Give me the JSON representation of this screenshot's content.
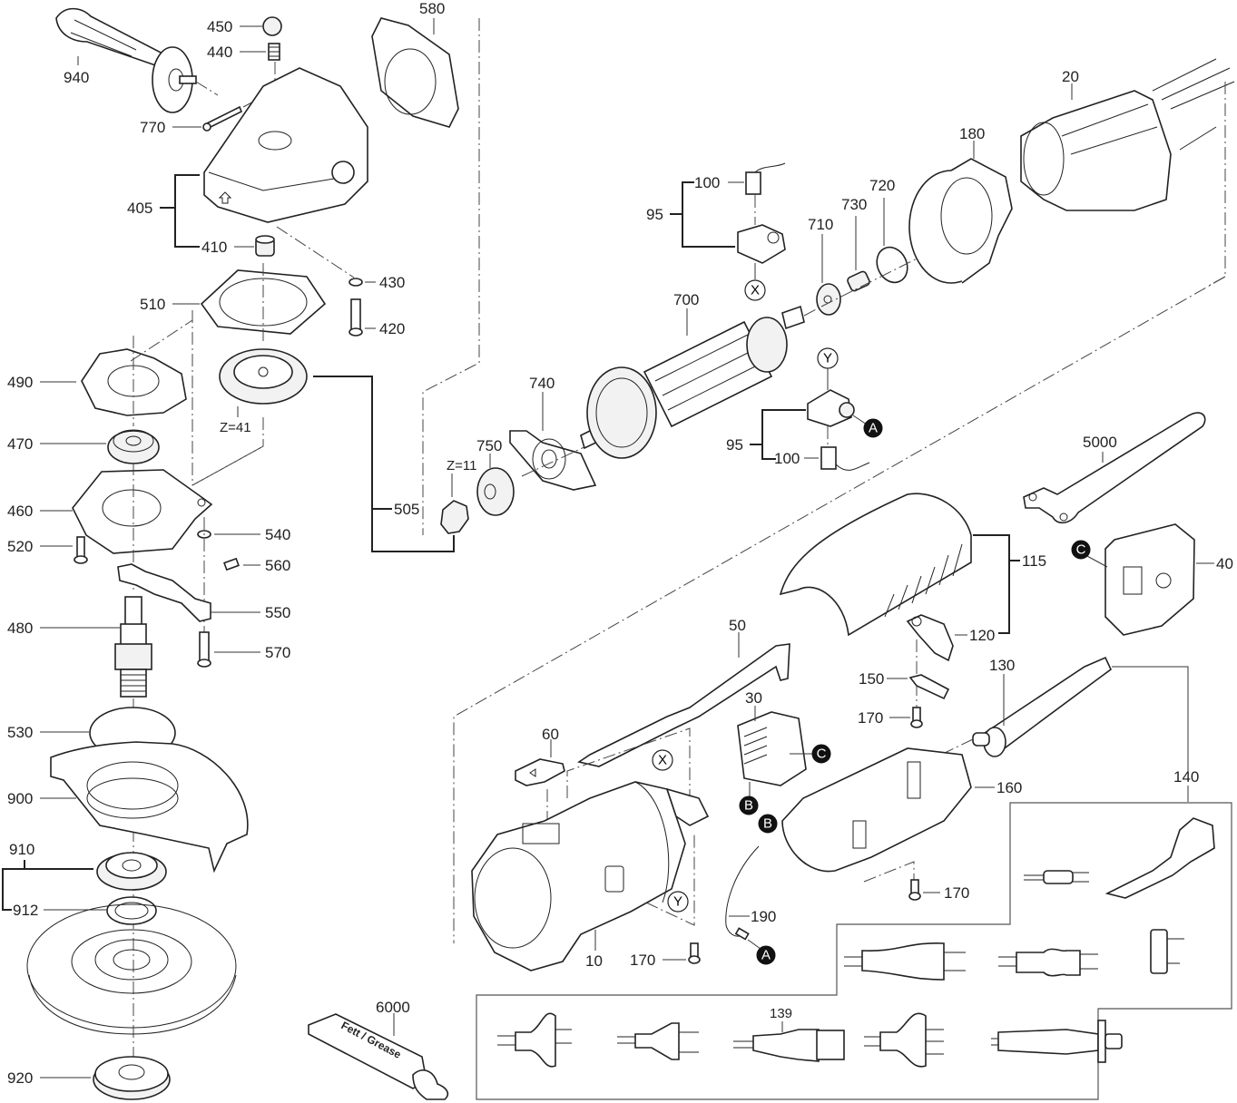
{
  "diagram": {
    "type": "exploded-parts-diagram",
    "subject": "angle grinder",
    "colors": {
      "line": "#222222",
      "background": "#ffffff",
      "marker_fill": "#111111"
    },
    "parts": [
      {
        "id": "p940",
        "label": "940"
      },
      {
        "id": "p450",
        "label": "450"
      },
      {
        "id": "p440",
        "label": "440"
      },
      {
        "id": "p580",
        "label": "580"
      },
      {
        "id": "p770",
        "label": "770"
      },
      {
        "id": "p405",
        "label": "405"
      },
      {
        "id": "p410",
        "label": "410"
      },
      {
        "id": "p430",
        "label": "430"
      },
      {
        "id": "p420",
        "label": "420"
      },
      {
        "id": "p510",
        "label": "510"
      },
      {
        "id": "p490",
        "label": "490"
      },
      {
        "id": "p470",
        "label": "470"
      },
      {
        "id": "p460",
        "label": "460"
      },
      {
        "id": "p520",
        "label": "520"
      },
      {
        "id": "p540",
        "label": "540"
      },
      {
        "id": "p560",
        "label": "560"
      },
      {
        "id": "p550",
        "label": "550"
      },
      {
        "id": "p570",
        "label": "570"
      },
      {
        "id": "p480",
        "label": "480"
      },
      {
        "id": "p530",
        "label": "530"
      },
      {
        "id": "p900",
        "label": "900"
      },
      {
        "id": "p910",
        "label": "910"
      },
      {
        "id": "p912",
        "label": "912"
      },
      {
        "id": "p920",
        "label": "920"
      },
      {
        "id": "p505",
        "label": "505"
      },
      {
        "id": "gear41",
        "label": "Z=41"
      },
      {
        "id": "gear11",
        "label": "Z=11"
      },
      {
        "id": "p750",
        "label": "750"
      },
      {
        "id": "p740",
        "label": "740"
      },
      {
        "id": "p700",
        "label": "700"
      },
      {
        "id": "p95a",
        "label": "95"
      },
      {
        "id": "p100a",
        "label": "100"
      },
      {
        "id": "p95b",
        "label": "95"
      },
      {
        "id": "p100b",
        "label": "100"
      },
      {
        "id": "p710",
        "label": "710"
      },
      {
        "id": "p730",
        "label": "730"
      },
      {
        "id": "p720",
        "label": "720"
      },
      {
        "id": "p180",
        "label": "180"
      },
      {
        "id": "p20",
        "label": "20"
      },
      {
        "id": "p5000",
        "label": "5000"
      },
      {
        "id": "p40",
        "label": "40"
      },
      {
        "id": "p115",
        "label": "115"
      },
      {
        "id": "p120",
        "label": "120"
      },
      {
        "id": "p150",
        "label": "150"
      },
      {
        "id": "p170a",
        "label": "170"
      },
      {
        "id": "p130",
        "label": "130"
      },
      {
        "id": "p140",
        "label": "140"
      },
      {
        "id": "p160",
        "label": "160"
      },
      {
        "id": "p170b",
        "label": "170"
      },
      {
        "id": "p50",
        "label": "50"
      },
      {
        "id": "p30",
        "label": "30"
      },
      {
        "id": "p60",
        "label": "60"
      },
      {
        "id": "p190",
        "label": "190"
      },
      {
        "id": "p10",
        "label": "10"
      },
      {
        "id": "p170c",
        "label": "170"
      },
      {
        "id": "p6000",
        "label": "6000"
      },
      {
        "id": "p139",
        "label": "139"
      }
    ],
    "markers": {
      "X": "X",
      "Y": "Y",
      "A": "A",
      "B": "B",
      "C": "C"
    },
    "grease_tube_text": "Fett / Grease"
  }
}
